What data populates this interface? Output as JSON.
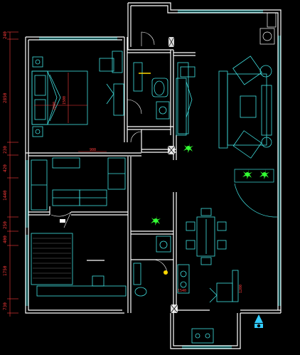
{
  "drawing": {
    "colors": {
      "wall": "#ffffff",
      "furniture": "#40e0e0",
      "dimension": "#ff3b3b",
      "plant": "#33ff33",
      "accent": "#ffd700",
      "arrow": "#33ccff"
    },
    "left_dimensions": [
      "240",
      "2850",
      "230",
      "420",
      "1440",
      "250",
      "400",
      "1750",
      "730"
    ],
    "labels": {
      "bed_width": "1500",
      "bed_length": "2000",
      "door_width": "900",
      "kitchen_width": "1540",
      "fridge": "1200"
    },
    "icons": [
      "north-arrow-icon",
      "plant-icon",
      "sofa-icon",
      "bed-icon",
      "toilet-icon"
    ]
  }
}
